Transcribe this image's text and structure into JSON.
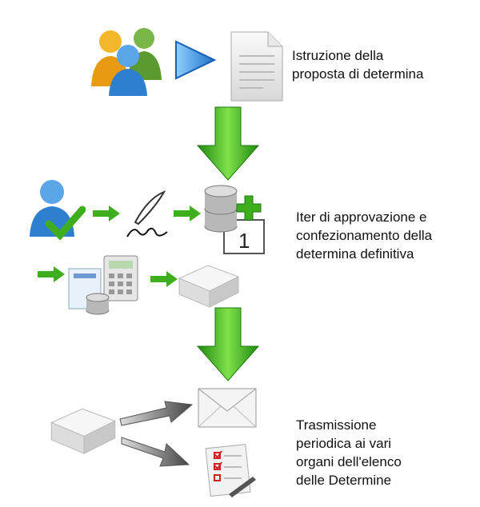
{
  "steps": [
    {
      "lines": [
        "Istruzione della",
        "proposta di determina"
      ]
    },
    {
      "lines": [
        "Iter di approvazione e",
        "confezionamento della",
        "determina definitiva"
      ]
    },
    {
      "lines": [
        "Trasmissione",
        "periodica ai vari",
        "organi dell'elenco",
        "delle Determine"
      ]
    }
  ],
  "colors": {
    "green": "#3fae1e",
    "blue": "#3a8fd8",
    "gray": "#8a8a8a"
  }
}
